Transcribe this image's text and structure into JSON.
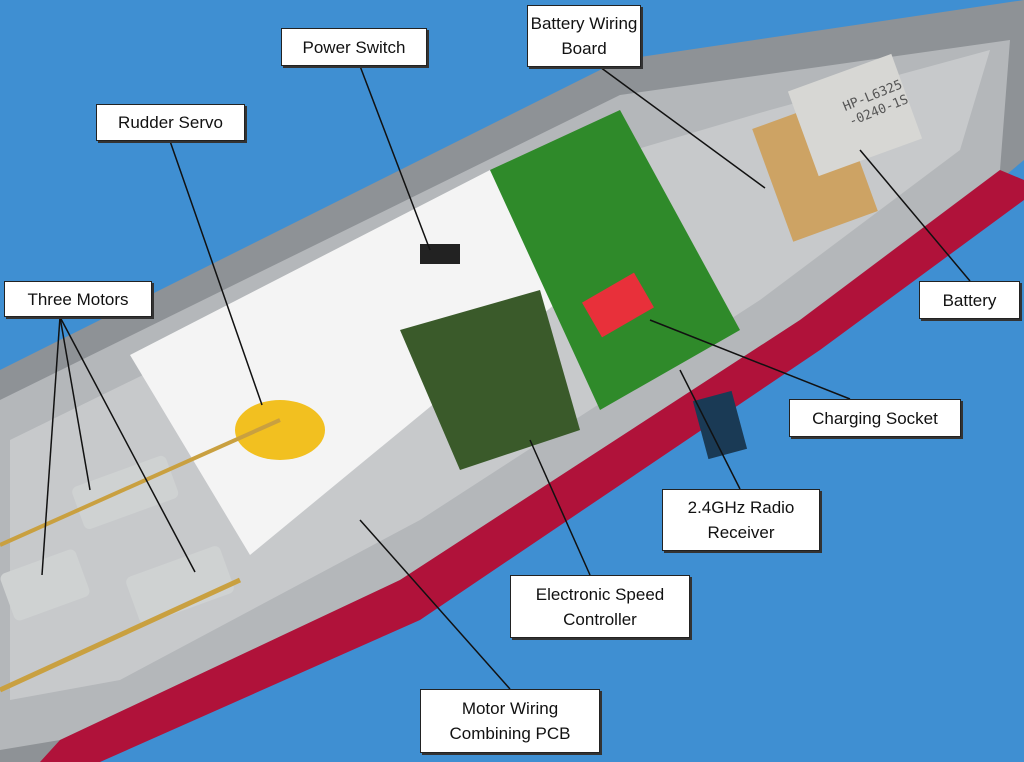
{
  "labels": {
    "power_switch": "Power Switch",
    "battery_wiring_board": "Battery Wiring\nBoard",
    "rudder_servo": "Rudder Servo",
    "three_motors": "Three Motors",
    "battery": "Battery",
    "charging_socket": "Charging Socket",
    "radio_receiver": "2.4GHz Radio\nReceiver",
    "esc": "Electronic Speed\nController",
    "motor_pcb": "Motor Wiring\nCombining PCB"
  },
  "battery_marking": "HP-L6325 -0240-1S",
  "colors": {
    "background": "#3f8fd2",
    "hull": "#9a9ea2",
    "hull_stripe": "#b0123a",
    "pcb": "#2f8a2a"
  }
}
